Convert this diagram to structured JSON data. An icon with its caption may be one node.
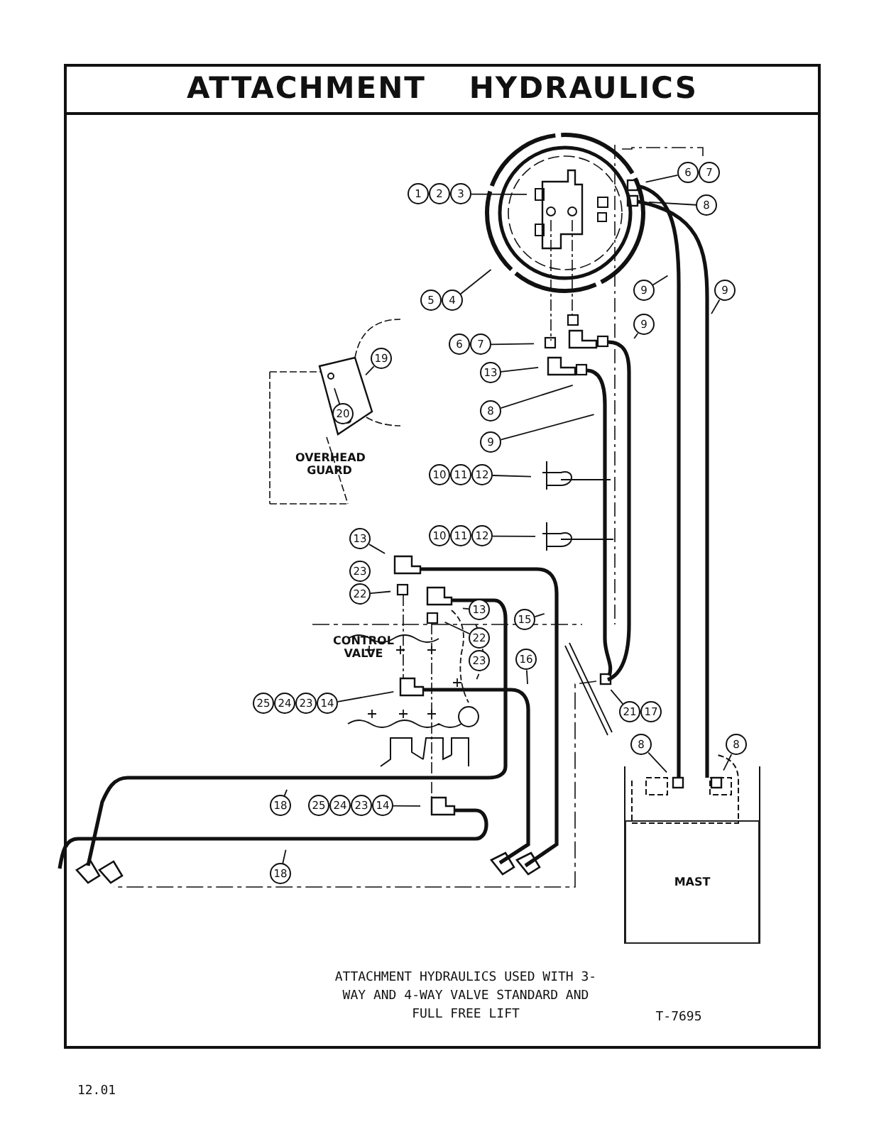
{
  "diagram": {
    "title": "ATTACHMENT HYDRAULICS",
    "caption": "ATTACHMENT HYDRAULICS USED WITH 3-WAY AND 4-WAY VALVE STANDARD AND FULL FREE LIFT",
    "nodes": [
      {
        "text": [
          "1",
          "2",
          "3"
        ]
      },
      {
        "text": [
          "5",
          "4"
        ]
      },
      {
        "text": [
          "6",
          "7"
        ]
      },
      {
        "text": [
          "8"
        ]
      },
      {
        "text": [
          "9"
        ]
      },
      {
        "text": [
          "9"
        ]
      },
      {
        "text": [
          "6",
          "7"
        ]
      },
      {
        "text": [
          "13"
        ]
      },
      {
        "text": [
          "9"
        ]
      },
      {
        "text": [
          "8"
        ]
      },
      {
        "text": [
          "9"
        ]
      },
      {
        "text": [
          "19"
        ]
      },
      {
        "text": [
          "20"
        ]
      },
      {
        "text": [
          "10",
          "11",
          "12"
        ]
      },
      {
        "text": [
          "10",
          "11",
          "12"
        ]
      },
      {
        "text": [
          "13"
        ]
      },
      {
        "text": [
          "23",
          "22"
        ]
      },
      {
        "text": [
          "13"
        ]
      },
      {
        "text": [
          "22",
          "23"
        ]
      },
      {
        "text": [
          "15"
        ]
      },
      {
        "text": [
          "16"
        ]
      },
      {
        "text": [
          "25",
          "24",
          "23",
          "14"
        ]
      },
      {
        "text": [
          "21",
          "17"
        ]
      },
      {
        "text": [
          "18"
        ]
      },
      {
        "text": [
          "25",
          "24",
          "23",
          "14"
        ]
      },
      {
        "text": [
          "18"
        ]
      },
      {
        "text": [
          "8"
        ]
      },
      {
        "text": [
          "8"
        ]
      },
      {
        "text": [
          "MAST"
        ]
      }
    ],
    "edges": [
      {
        "from": 0,
        "to": null,
        "arrow": "none"
      },
      {
        "from": 1,
        "to": null,
        "arrow": "none"
      },
      {
        "from": 2,
        "to": null,
        "arrow": "none"
      },
      {
        "from": 3,
        "to": null,
        "arrow": "none"
      },
      {
        "from": 4,
        "to": null,
        "arrow": "none"
      },
      {
        "from": 5,
        "to": null,
        "arrow": "none"
      },
      {
        "from": 6,
        "to": null,
        "arrow": "none"
      },
      {
        "from": 7,
        "to": null,
        "arrow": "none"
      },
      {
        "from": 8,
        "to": null,
        "arrow": "none"
      },
      {
        "from": 9,
        "to": null,
        "arrow": "none"
      },
      {
        "from": 10,
        "to": null,
        "arrow": "none"
      },
      {
        "from": 11,
        "to": null,
        "arrow": "none"
      },
      {
        "from": 12,
        "to": null,
        "arrow": "none"
      },
      {
        "from": 13,
        "to": null,
        "arrow": "none"
      },
      {
        "from": 14,
        "to": null,
        "arrow": "none"
      },
      {
        "from": 15,
        "to": null,
        "arrow": "none"
      },
      {
        "from": 16,
        "to": null,
        "arrow": "none"
      },
      {
        "from": 17,
        "to": null,
        "arrow": "none"
      },
      {
        "from": 18,
        "to": null,
        "arrow": "none"
      },
      {
        "from": 19,
        "to": null,
        "arrow": "none"
      },
      {
        "from": 20,
        "to": null,
        "arrow": "none"
      },
      {
        "from": 21,
        "to": null,
        "arrow": "none"
      },
      {
        "from": 22,
        "to": null,
        "arrow": "none"
      },
      {
        "from": 23,
        "to": null,
        "arrow": "none"
      },
      {
        "from": 24,
        "to": null,
        "arrow": "none"
      },
      {
        "from": 25,
        "to": null,
        "arrow": "none"
      },
      {
        "from": 26,
        "to": null,
        "arrow": "none"
      },
      {
        "from": 27,
        "to": null,
        "arrow": "none"
      }
    ],
    "labels": [
      "OVERHEAD GUARD",
      "CONTROL VALVE",
      "T-7695",
      "12.01"
    ]
  }
}
